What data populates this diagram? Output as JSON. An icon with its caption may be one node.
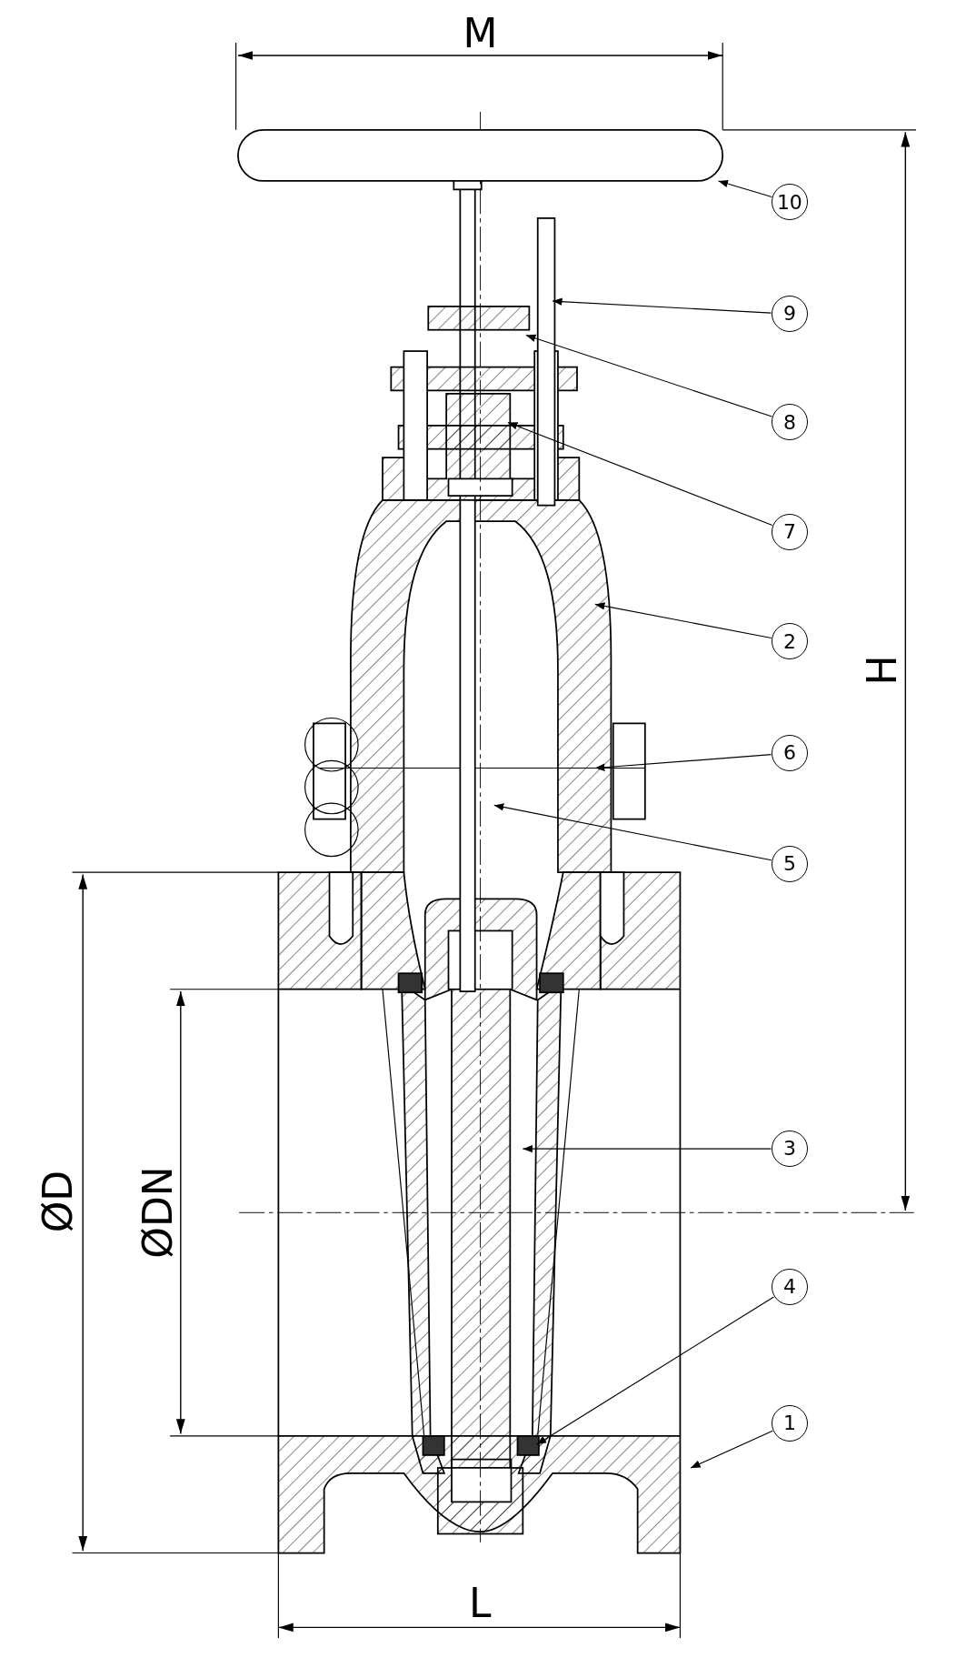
{
  "diagram": {
    "nodes": [
      {
        "text": [
          "10"
        ]
      },
      {
        "text": [
          "9"
        ]
      },
      {
        "text": [
          "8"
        ]
      },
      {
        "text": [
          "7"
        ]
      },
      {
        "text": [
          "2"
        ]
      },
      {
        "text": [
          "6"
        ]
      },
      {
        "text": [
          "5"
        ]
      },
      {
        "text": [
          "3"
        ]
      },
      {
        "text": [
          "4"
        ]
      },
      {
        "text": [
          "1"
        ]
      }
    ],
    "edges": [
      {
        "from": 0,
        "to": null,
        "arrow": "to"
      },
      {
        "from": 1,
        "to": null,
        "arrow": "to"
      },
      {
        "from": 2,
        "to": null,
        "arrow": "to"
      },
      {
        "from": 3,
        "to": null,
        "arrow": "to"
      },
      {
        "from": 4,
        "to": null,
        "arrow": "to"
      },
      {
        "from": 5,
        "to": null,
        "arrow": "to"
      },
      {
        "from": 6,
        "to": null,
        "arrow": "to"
      },
      {
        "from": 7,
        "to": null,
        "arrow": "to"
      },
      {
        "from": 8,
        "to": null,
        "arrow": "to"
      },
      {
        "from": 9,
        "to": null,
        "arrow": "to"
      }
    ],
    "labels": [
      "M",
      "H",
      "ØD",
      "ØDN",
      "L"
    ]
  }
}
